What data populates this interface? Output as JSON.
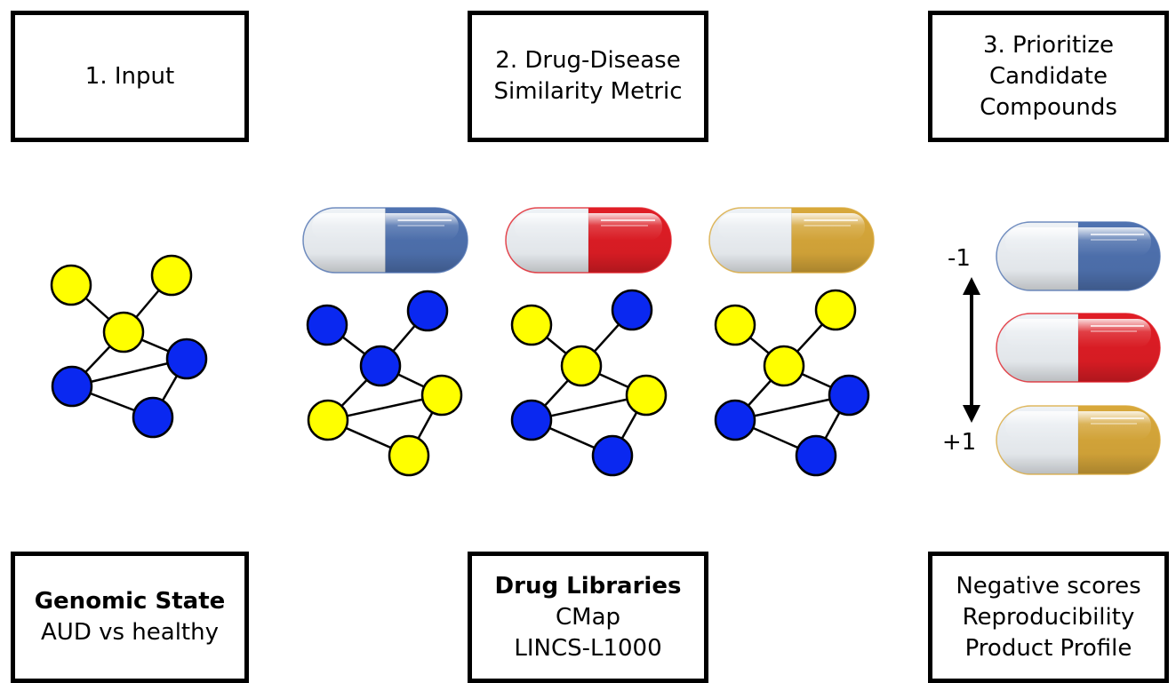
{
  "steps": {
    "input": {
      "title": "1. Input"
    },
    "similarity": {
      "title_line1": "2. Drug-Disease",
      "title_line2": "Similarity Metric"
    },
    "prioritize": {
      "title_line1": "3. Prioritize",
      "title_line2": "Candidate",
      "title_line3": "Compounds"
    }
  },
  "details": {
    "genomic": {
      "heading": "Genomic State",
      "line1": "AUD vs healthy"
    },
    "libraries": {
      "heading": "Drug Libraries",
      "line1": "CMap",
      "line2": "LINCS-L1000"
    },
    "criteria": {
      "line1": "Negative scores",
      "line2": "Reproducibility",
      "line3": "Product Profile"
    }
  },
  "scale": {
    "top_label": "-1",
    "bottom_label": "+1"
  },
  "colors": {
    "node_yellow": "#ffff00",
    "node_blue": "#0a28f0",
    "pill_blue": "#4f72b0",
    "pill_red": "#e01d25",
    "pill_gold": "#d8a83a"
  },
  "networks": [
    {
      "name": "disease-network",
      "nodes": [
        "yellow",
        "yellow",
        "yellow",
        "blue",
        "blue",
        "blue"
      ]
    },
    {
      "name": "drug-network-1",
      "nodes": [
        "blue",
        "blue",
        "blue",
        "yellow",
        "yellow",
        "yellow"
      ]
    },
    {
      "name": "drug-network-2",
      "nodes": [
        "yellow",
        "blue",
        "yellow",
        "yellow",
        "blue",
        "blue"
      ]
    },
    {
      "name": "drug-network-3",
      "nodes": [
        "yellow",
        "yellow",
        "yellow",
        "blue",
        "blue",
        "blue"
      ]
    }
  ]
}
